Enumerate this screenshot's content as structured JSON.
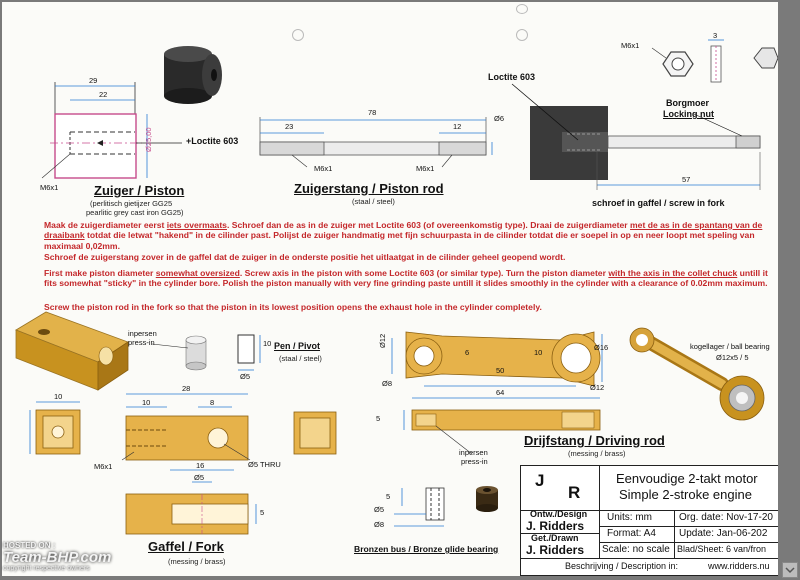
{
  "piston": {
    "title": "Zuiger / Piston",
    "sub1": "(perlitisch gietijzer GG25",
    "sub2": "pearlitic grey cast iron GG25)",
    "dim_29": "29",
    "dim_22": "22",
    "dim_phi25": "Ø25,00",
    "thread": "M6x1",
    "loctite_note": "+Loctite 603"
  },
  "rod": {
    "title": "Zuigerstang / Piston rod",
    "sub": "(staal / steel)",
    "dim_78": "78",
    "dim_23": "23",
    "dim_12": "12",
    "dim_phi6": "Ø6",
    "thread_left": "M6x1",
    "thread_right": "M6x1"
  },
  "assembly": {
    "loctite": "Loctite 603",
    "nut_thread": "M6x1",
    "nut_dim": "3",
    "nut_label1": "Borgmoer",
    "nut_label2": "Locking nut",
    "dim_57": "57",
    "screw_label": "schroef in gaffel / screw in fork"
  },
  "instructions": {
    "nl1a": "Maak de zuigerdiameter eerst ",
    "nl1b": "iets overmaats",
    "nl1c": ". Schroef dan de as in de zuiger met Loctite 603 (of overeenkomstig type). Draai de zuigerdiameter ",
    "nl1d": "met de as in de spantang van de draaibank",
    "nl1e": " totdat die letwat \"hakend\" in de cilinder past. Polijst de zuiger handmatig met fijn schuurpasta in de cilinder totdat die er soepel in op en neer loopt met speling van maximaal 0,02mm.",
    "nl2": "Schroef de zuigerstang zover in de gaffel dat de zuiger in de onderste positie het uitlaatgat in de cilinder geheel geopend wordt.",
    "en1a": "First make piston diameter ",
    "en1b": "somewhat oversized",
    "en1c": ". Screw axis in the piston with some Loctite 603 (or similar type). Turn the piston diameter ",
    "en1d": "with the axis in the collet chuck",
    "en1e": " untill it fits somewhat \"sticky\" in the cylinder bore. Polish the piston manually with very fine grinding paste untill it slides smoothly in the cylinder with a clearance of 0.02mm maximum.",
    "en2": "Screw the piston rod in the fork so that the piston in its lowest position opens the exhaust hole in the cylinder completely."
  },
  "pin": {
    "press": "inpersen",
    "press_en": "press-in",
    "title": "Pen / Pivot",
    "sub": "(staal / steel)",
    "dim_10": "10",
    "dim_phi5": "Ø5"
  },
  "fork": {
    "title": "Gaffel / Fork",
    "sub": "(messing / brass)",
    "dim_10a": "10",
    "dim_28": "28",
    "dim_10b": "10",
    "dim_8": "8",
    "thread": "M6x1",
    "thru": "Ø5 THRU",
    "dim_16": "16",
    "dim_phi5": "Ø5",
    "dim_5": "5"
  },
  "drive": {
    "dim_phi12a": "Ø12",
    "dim_6": "6",
    "dim_10": "10",
    "dim_phi16": "Ø16",
    "dim_phi8": "Ø8",
    "dim_50": "50",
    "dim_phi12b": "Ø12",
    "dim_64": "64",
    "dim_5": "5",
    "bearing1": "kogellager / ball bearing",
    "bearing2": "Ø12x5 / 5",
    "press": "inpersen",
    "press_en": "press-in",
    "title": "Drijfstang / Driving rod",
    "sub": "(messing / brass)"
  },
  "bush": {
    "dim_5": "5",
    "dim_phi5": "Ø5",
    "dim_phi8": "Ø8",
    "title": "Bronzen bus / Bronze glide bearing"
  },
  "titleblock": {
    "letter_j": "J",
    "letter_r": "R",
    "name_nl": "Eenvoudige 2-takt motor",
    "name_en": "Simple 2-stroke engine",
    "design_label": "Ontw./Design",
    "designer": "J. Ridders",
    "drawn_label": "Get./Drawn",
    "drawer": "J. Ridders",
    "units": "Units: mm",
    "format": "Format: A4",
    "scale": "Scale: no scale",
    "org_date": "Org. date: Nov-17-20",
    "update": "Update: Jan-06-202",
    "sheet": "Blad/Sheet: 6 van/fron",
    "desc_label": "Beschrijving / Description in:",
    "desc_url": "www.ridders.nu"
  },
  "watermark": {
    "hosted": "HOSTED ON :",
    "brand": "Team-BHP.com",
    "copy": "copyright respective owners"
  }
}
